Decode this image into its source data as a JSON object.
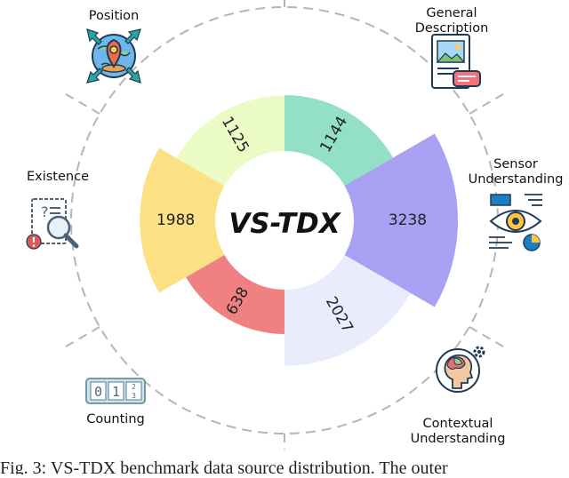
{
  "chart_data": {
    "type": "pie",
    "center_label": "VS-TDX",
    "slices": [
      {
        "category": "General Description",
        "value": 1144,
        "color": "#93e0c6"
      },
      {
        "category": "Sensor Understanding",
        "value": 3238,
        "color": "#a8a1f3"
      },
      {
        "category": "Contextual Understanding",
        "value": 2027,
        "color": "#e9ecfc"
      },
      {
        "category": "Counting",
        "value": 638,
        "color": "#ef8182"
      },
      {
        "category": "Existence",
        "value": 1988,
        "color": "#fbe084"
      },
      {
        "category": "Position",
        "value": 1125,
        "color": "#eafbc6"
      }
    ]
  },
  "labels": {
    "position": "Position",
    "general": "General\nDescription",
    "sensor": "Sensor\nUnderstanding",
    "contextual": "Contextual\nUnderstanding",
    "counting": "Counting",
    "existence": "Existence"
  },
  "icons": {
    "position": "globe-location-pin-icon",
    "general": "image-document-icon",
    "sensor": "eye-sensor-chart-icon",
    "contextual": "head-gear-icon",
    "counting": "number-counter-icon",
    "existence": "document-magnifier-icon"
  },
  "counter_digits": [
    "0",
    "1",
    "2",
    "3"
  ],
  "caption": "Fig. 3: VS-TDX benchmark data source distribution. The outer"
}
